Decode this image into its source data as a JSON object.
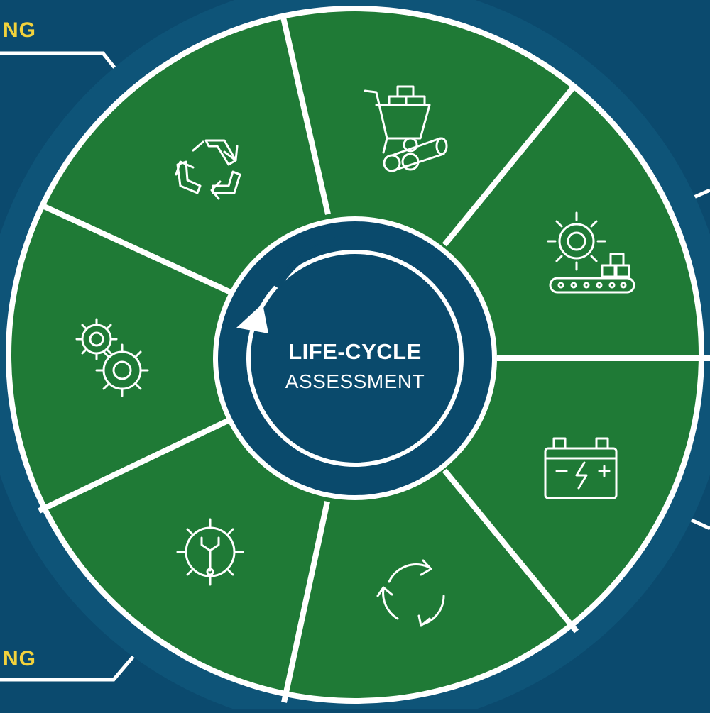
{
  "colors": {
    "background": "#0b4a6e",
    "outer_ring": "#0e5478",
    "segment_fill": "#1f7a36",
    "divider": "#ffffff",
    "hub": "#0a4a6c",
    "accent_text": "#f2d23c"
  },
  "center": {
    "title": "LIFE-CYCLE",
    "subtitle": "ASSESSMENT"
  },
  "corner_labels": {
    "top": "NG",
    "bottom": "NG"
  },
  "segments": [
    {
      "icon": "wheelbarrow-raw-materials-icon"
    },
    {
      "icon": "gear-conveyor-manufacturing-icon"
    },
    {
      "icon": "battery-icon"
    },
    {
      "icon": "circular-arrows-reuse-icon"
    },
    {
      "icon": "gear-wrench-maintenance-icon"
    },
    {
      "icon": "double-gears-icon"
    },
    {
      "icon": "recycle-icon"
    }
  ]
}
